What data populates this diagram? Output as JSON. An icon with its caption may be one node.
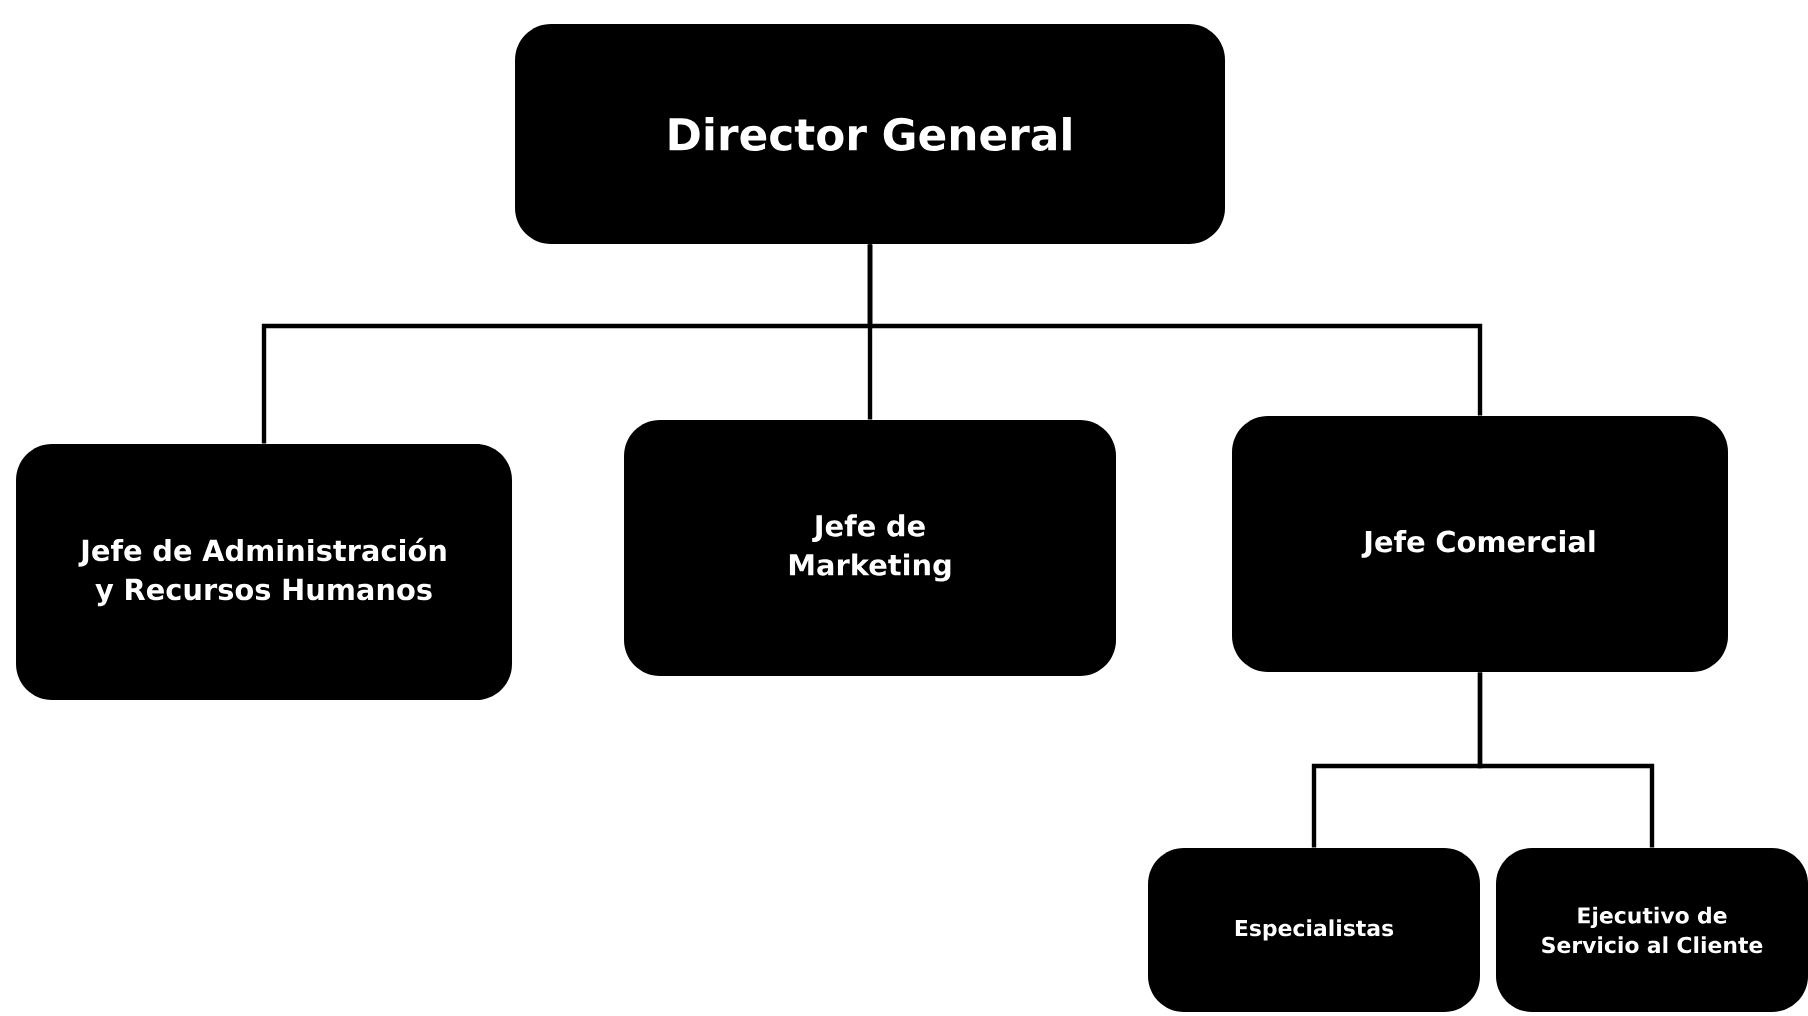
{
  "diagram": {
    "nodes": [
      {
        "text": [
          "Director General"
        ]
      },
      {
        "text": [
          "Jefe de Administración y Recursos Humanos"
        ]
      },
      {
        "text": [
          "Jefe de Marketing"
        ]
      },
      {
        "text": [
          "Jefe Comercial"
        ]
      },
      {
        "text": [
          "Especialistas"
        ]
      },
      {
        "text": [
          "Ejecutivo de Servicio al Cliente"
        ]
      }
    ],
    "edges": [
      {
        "from": 0,
        "to": 1,
        "arrow": "none"
      },
      {
        "from": 0,
        "to": 2,
        "arrow": "none"
      },
      {
        "from": 0,
        "to": 3,
        "arrow": "none"
      },
      {
        "from": 3,
        "to": 4,
        "arrow": "none"
      },
      {
        "from": 3,
        "to": 5,
        "arrow": "none"
      }
    ]
  }
}
